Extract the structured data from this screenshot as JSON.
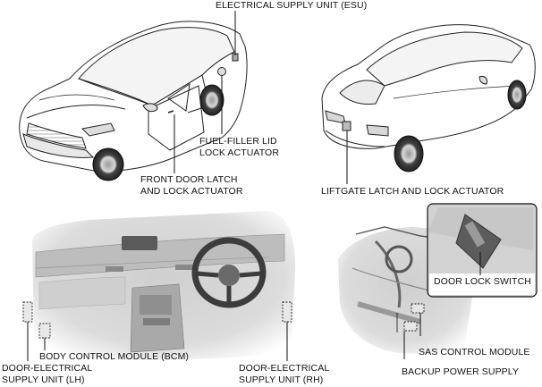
{
  "labels": {
    "esu": "ELECTRICAL SUPPLY UNIT (ESU)",
    "fuel_filler": "FUEL-FILLER LID\nLOCK ACTUATOR",
    "front_door_latch": "FRONT DOOR LATCH\nAND LOCK ACTUATOR",
    "liftgate": "LIFTGATE LATCH AND LOCK ACTUATOR",
    "door_lock_switch": "DOOR LOCK SWITCH",
    "bcm": "BODY CONTROL MODULE (BCM)",
    "desu_lh": "DOOR-ELECTRICAL\nSUPPLY UNIT (LH)",
    "desu_rh": "DOOR-ELECTRICAL\nSUPPLY UNIT (RH)",
    "sas": "SAS CONTROL MODULE",
    "backup": "BACKUP POWER SUPPLY"
  },
  "colors": {
    "line": "#111111",
    "car_body": "#ffffff",
    "interior_light": "#e2e2e2",
    "interior_mid": "#c4c4c4",
    "interior_dark": "#8a8a8a",
    "tire": "#3a3a3a"
  }
}
